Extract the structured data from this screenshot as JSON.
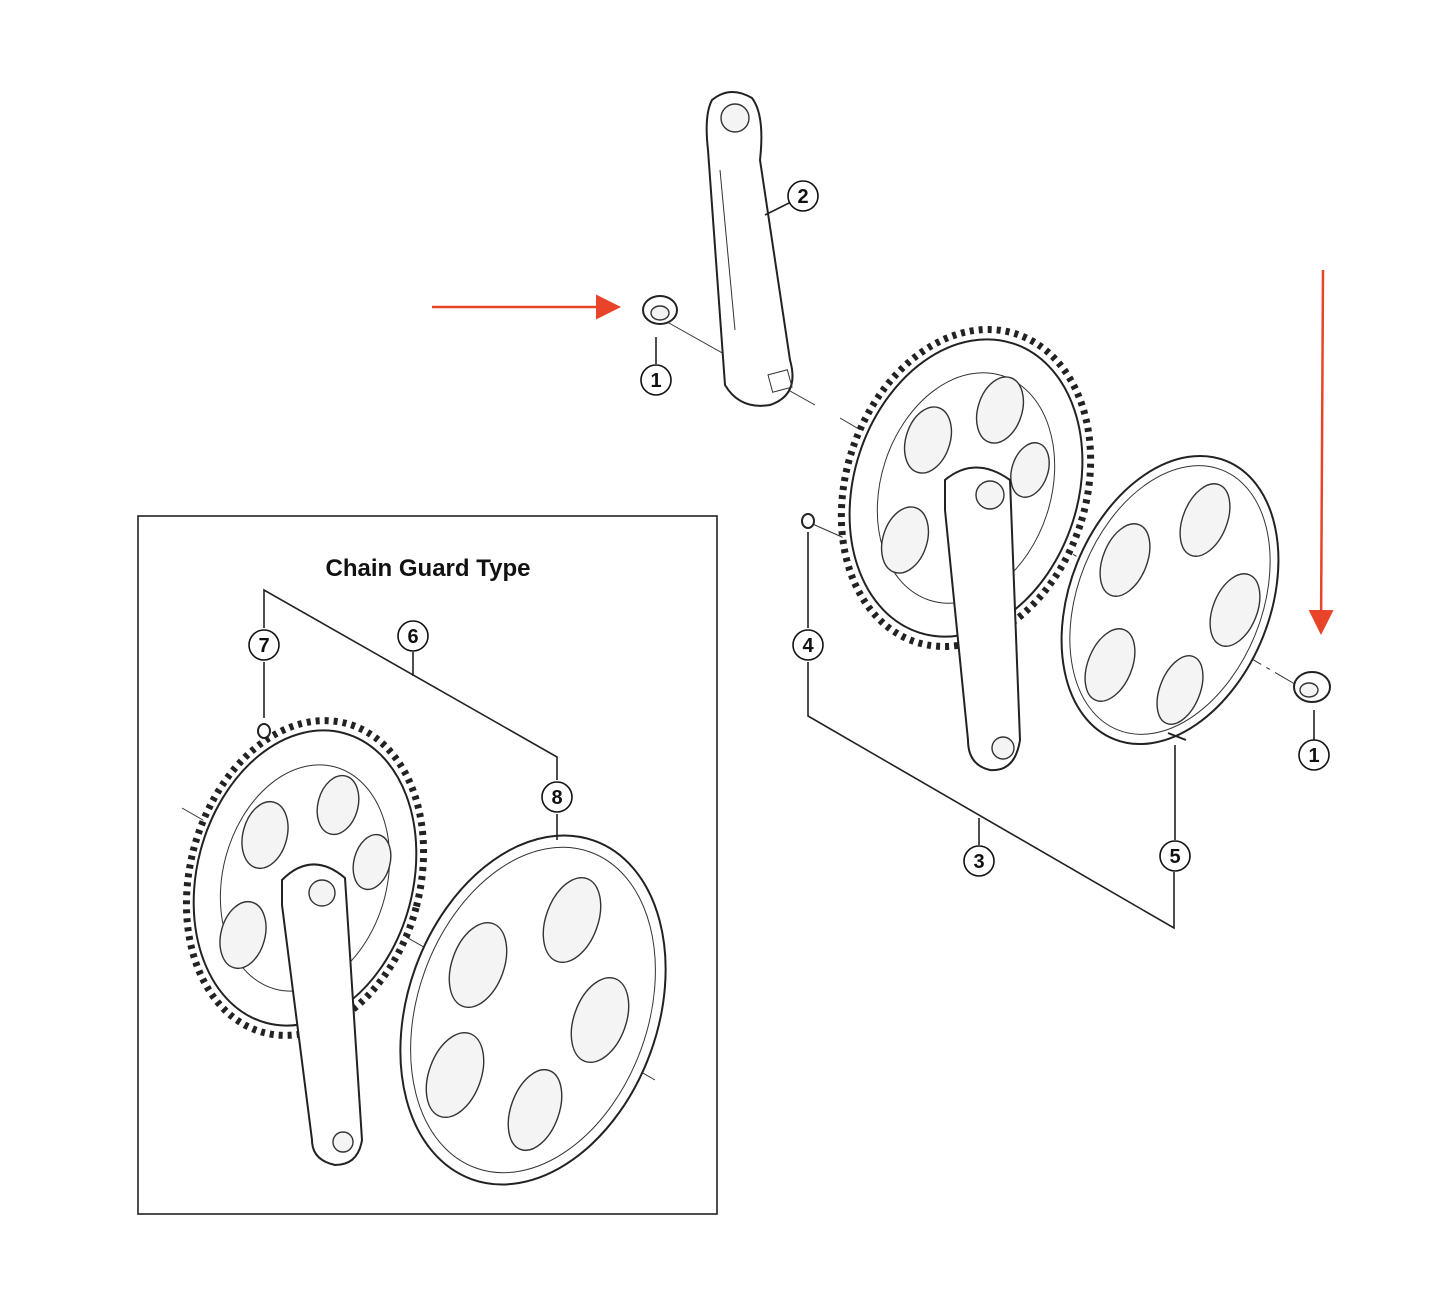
{
  "inset": {
    "title": "Chain Guard Type"
  },
  "callouts": {
    "nut_left": "1",
    "left_crank": "2",
    "crankset": "3",
    "chainring_bolt": "4",
    "chain_guard_pin": "5",
    "chain_guard_assembly": "6",
    "inset_bolt": "7",
    "inset_chain_guard": "8",
    "nut_right": "1"
  },
  "highlight_color": "#e8442a"
}
